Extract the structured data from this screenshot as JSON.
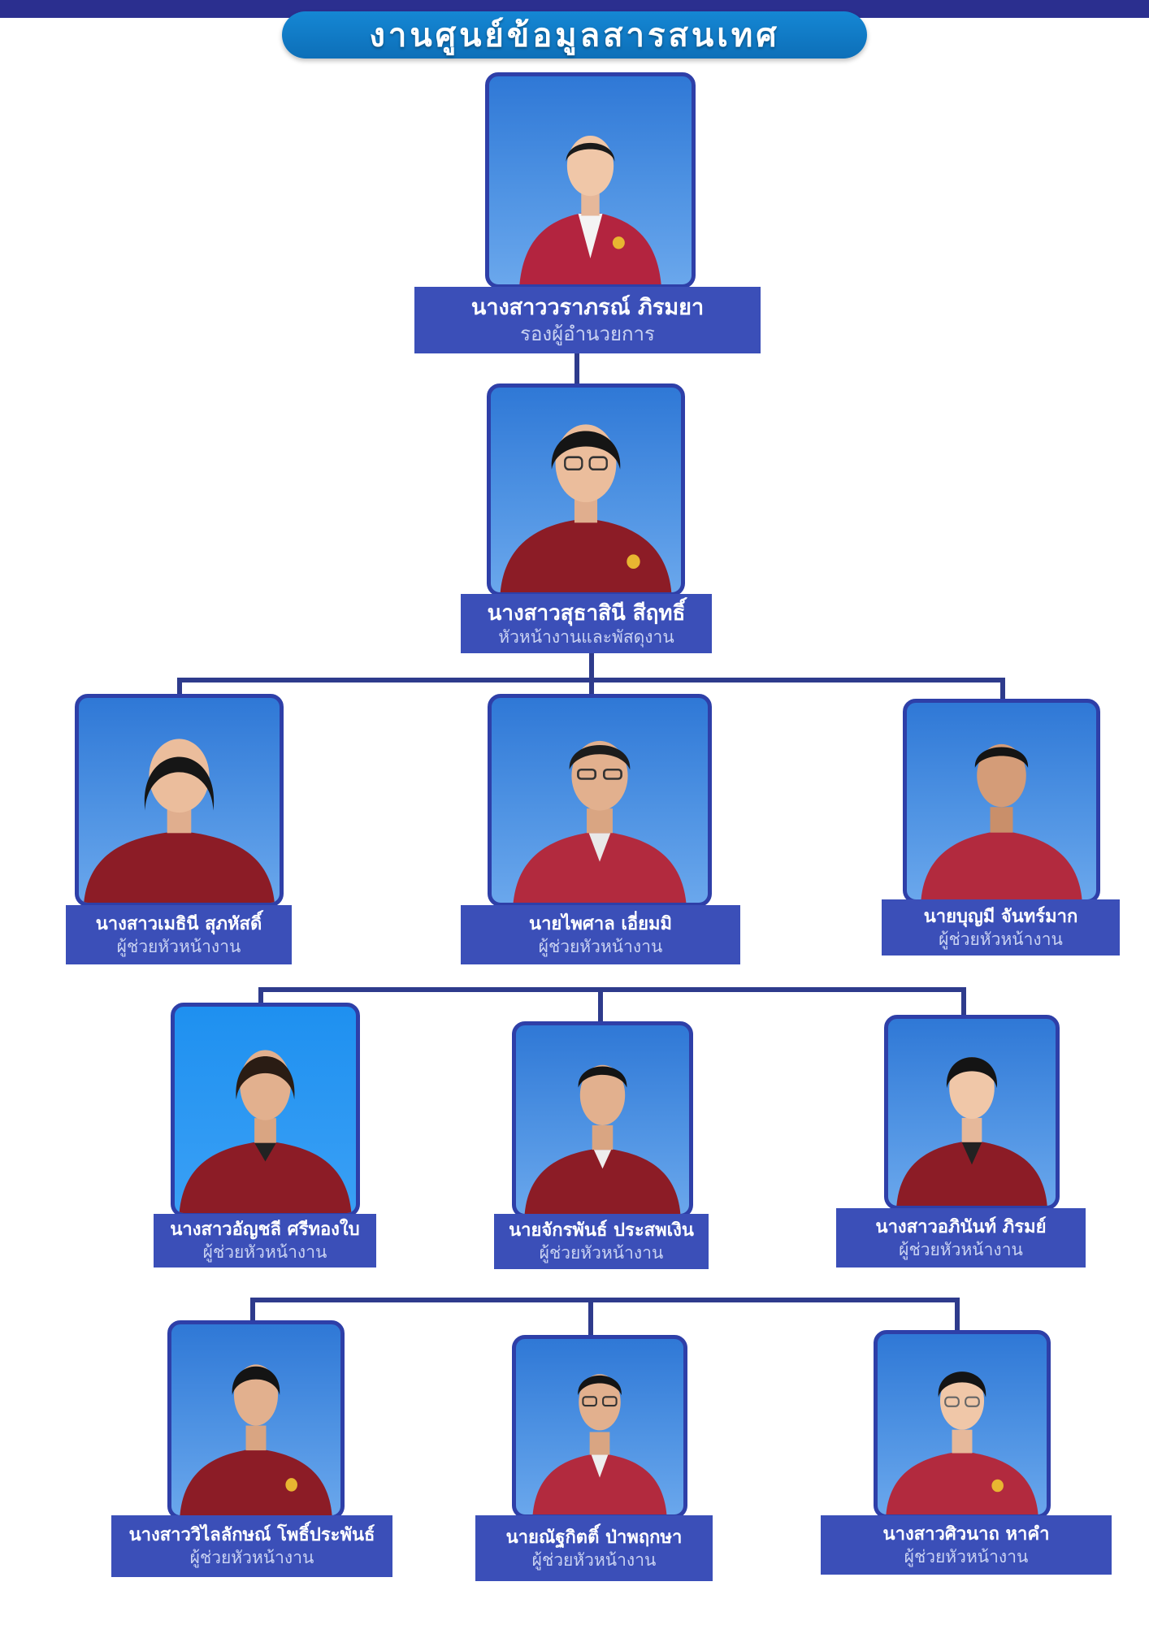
{
  "title": "งานศูนย์ข้อมูลสารสนเทศ",
  "colors": {
    "bar": "#2b2f8f",
    "label_bg": "#3b4fb8",
    "connector": "#2e3b8c",
    "photo_frame": "#2e3fa8"
  },
  "members": [
    {
      "name": "นางสาววราภรณ์ ภิรมยา",
      "role": "รองผู้อำนวยการ"
    },
    {
      "name": "นางสาวสุธาสินี สีฤทธิ์",
      "role": "หัวหน้างานและพัสดุงาน"
    },
    {
      "name": "นางสาวเมธินี  สุภหัสดิ์",
      "role": "ผู้ช่วยหัวหน้างาน"
    },
    {
      "name": "นายไพศาล เอี่ยมมิ",
      "role": "ผู้ช่วยหัวหน้างาน"
    },
    {
      "name": "นายบุญมี จันทร์มาก",
      "role": "ผู้ช่วยหัวหน้างาน"
    },
    {
      "name": "นางสาวอัญชลี ศรีทองใบ",
      "role": "ผู้ช่วยหัวหน้างาน"
    },
    {
      "name": "นายจักรพันธ์ ประสพเงิน",
      "role": "ผู้ช่วยหัวหน้างาน"
    },
    {
      "name": "นางสาวอภินันท์ ภิรมย์",
      "role": "ผู้ช่วยหัวหน้างาน"
    },
    {
      "name": "นางสาววิไลลักษณ์ โพธิ์ประพันธ์",
      "role": "ผู้ช่วยหัวหน้างาน"
    },
    {
      "name": "นายณัฐกิตติ์ ป่าพฤกษา",
      "role": "ผู้ช่วยหัวหน้างาน"
    },
    {
      "name": "นางสาวศิวนาถ  หาคำ",
      "role": "ผู้ช่วยหัวหน้างาน"
    }
  ]
}
